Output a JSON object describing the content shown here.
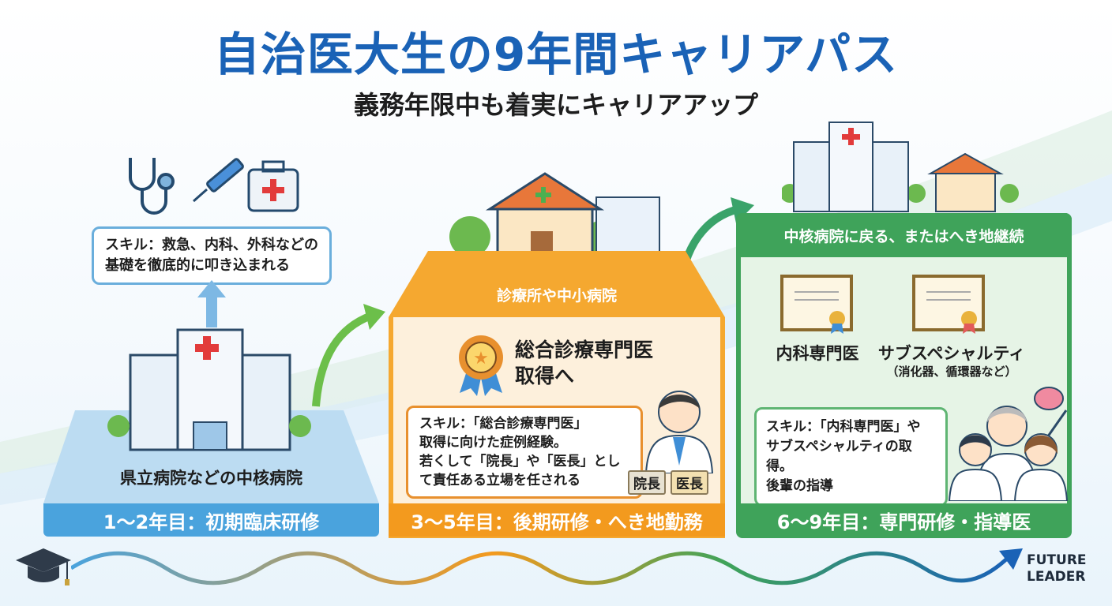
{
  "header": {
    "title": "自治医大生の9年間キャリアパス",
    "subtitle": "義務年限中も着実にキャリアアップ"
  },
  "stages": [
    {
      "band": "1〜2年目：初期臨床研修",
      "place": "県立病院などの中核病院",
      "skill_lines": [
        "スキル：救急、内科、外科などの",
        "基礎を徹底的に叩き込まれる"
      ],
      "color": "#4aa3dd"
    },
    {
      "band": "3〜5年目：後期研修・へき地勤務",
      "place": "診療所や中小病院",
      "goal_lines": [
        "総合診療専門医",
        "取得へ"
      ],
      "skill_lines": [
        "スキル：「総合診療専門医」",
        "取得に向けた症例経験。",
        "若くして「院長」や「医長」とし",
        "て責任ある立場を任される"
      ],
      "badges": [
        "院長",
        "医長"
      ],
      "color": "#f39a1e"
    },
    {
      "band": "6〜9年目：専門研修・指導医",
      "place": "中核病院に戻る、またはへき地継続",
      "certs": [
        {
          "label": "内科専門医",
          "sub": ""
        },
        {
          "label": "サブスペシャルティ",
          "sub": "（消化器、循環器など）"
        }
      ],
      "skill_lines": [
        "スキル：「内科専門医」や",
        "サブスペシャルティの取得。",
        "後輩の指導"
      ],
      "color": "#3fa35a"
    }
  ],
  "footer": {
    "brand_lines": [
      "FUTURE",
      "LEADER"
    ]
  }
}
